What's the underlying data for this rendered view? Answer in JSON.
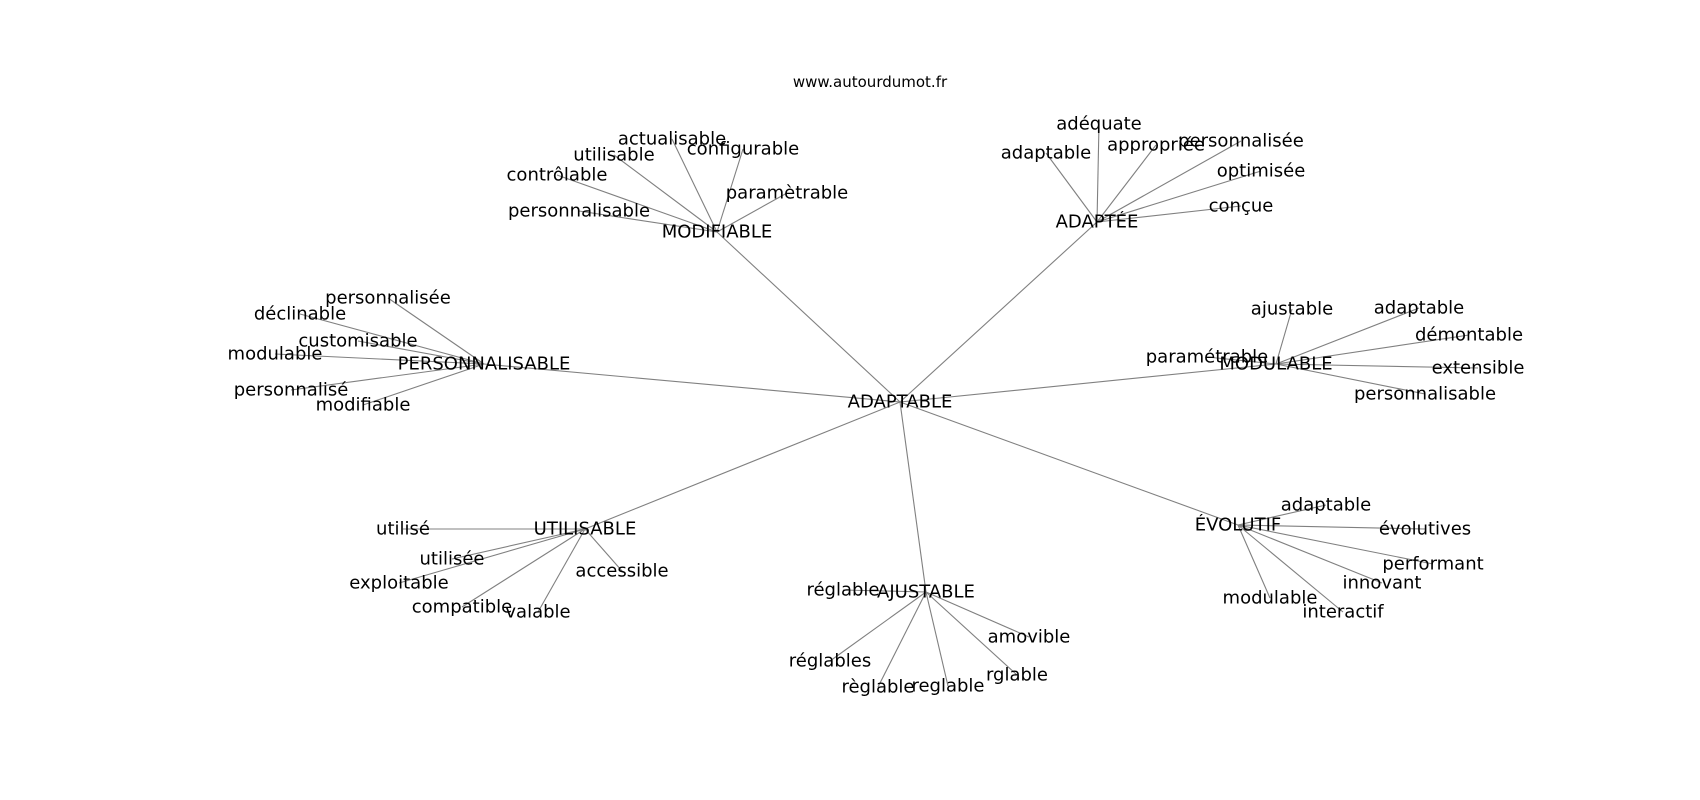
{
  "header": {
    "source": "www.autourdumot.fr"
  },
  "graph": {
    "root": "ADAPTABLE",
    "branches": [
      {
        "label": "MODIFIABLE",
        "children": [
          "actualisable",
          "configurable",
          "utilisable",
          "contrôlable",
          "paramètrable",
          "personnalisable"
        ]
      },
      {
        "label": "ADAPTÉE",
        "children": [
          "adéquate",
          "adaptable",
          "appropriée",
          "personnalisée",
          "optimisée",
          "conçue"
        ]
      },
      {
        "label": "PERSONNALISABLE",
        "children": [
          "personnalisée",
          "déclinable",
          "customisable",
          "modulable",
          "personnalisé",
          "modifiable"
        ]
      },
      {
        "label": "MODULABLE",
        "children": [
          "ajustable",
          "adaptable",
          "démontable",
          "paramétrable",
          "extensible",
          "personnalisable"
        ]
      },
      {
        "label": "UTILISABLE",
        "children": [
          "utilisé",
          "utilisée",
          "accessible",
          "exploitable",
          "compatible",
          "valable"
        ]
      },
      {
        "label": "AJUSTABLE",
        "children": [
          "réglable",
          "amovible",
          "réglables",
          "rglable",
          "règlable",
          "reglable"
        ]
      },
      {
        "label": "ÉVOLUTIF",
        "children": [
          "adaptable",
          "évolutives",
          "performant",
          "innovant",
          "modulable",
          "interactif"
        ]
      }
    ]
  }
}
